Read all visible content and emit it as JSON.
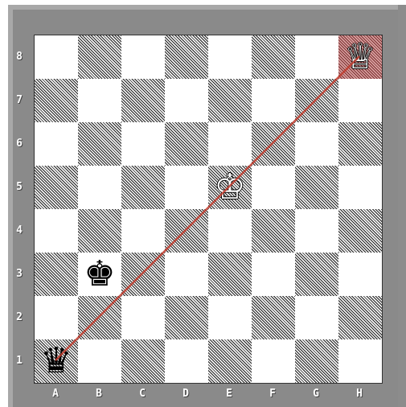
{
  "board": {
    "ranks": [
      "8",
      "7",
      "6",
      "5",
      "4",
      "3",
      "2",
      "1"
    ],
    "files": [
      "A",
      "B",
      "C",
      "D",
      "E",
      "F",
      "G",
      "H"
    ],
    "highlighted_square": "H8",
    "pieces": [
      {
        "square": "H8",
        "piece": "queen",
        "color": "white",
        "glyph": "♕"
      },
      {
        "square": "E5",
        "piece": "king",
        "color": "white",
        "glyph": "♔"
      },
      {
        "square": "B3",
        "piece": "king",
        "color": "black",
        "glyph": "♚"
      },
      {
        "square": "A1",
        "piece": "queen",
        "color": "black",
        "glyph": "♛"
      }
    ],
    "move_arrow": {
      "from": "A1",
      "to": "H8",
      "color": "#c0392b"
    }
  },
  "colors": {
    "frame": "#8c8c8c",
    "light_square": "#ffffff",
    "dark_square_hatch": "#222222",
    "highlight": "#c98a8a"
  }
}
